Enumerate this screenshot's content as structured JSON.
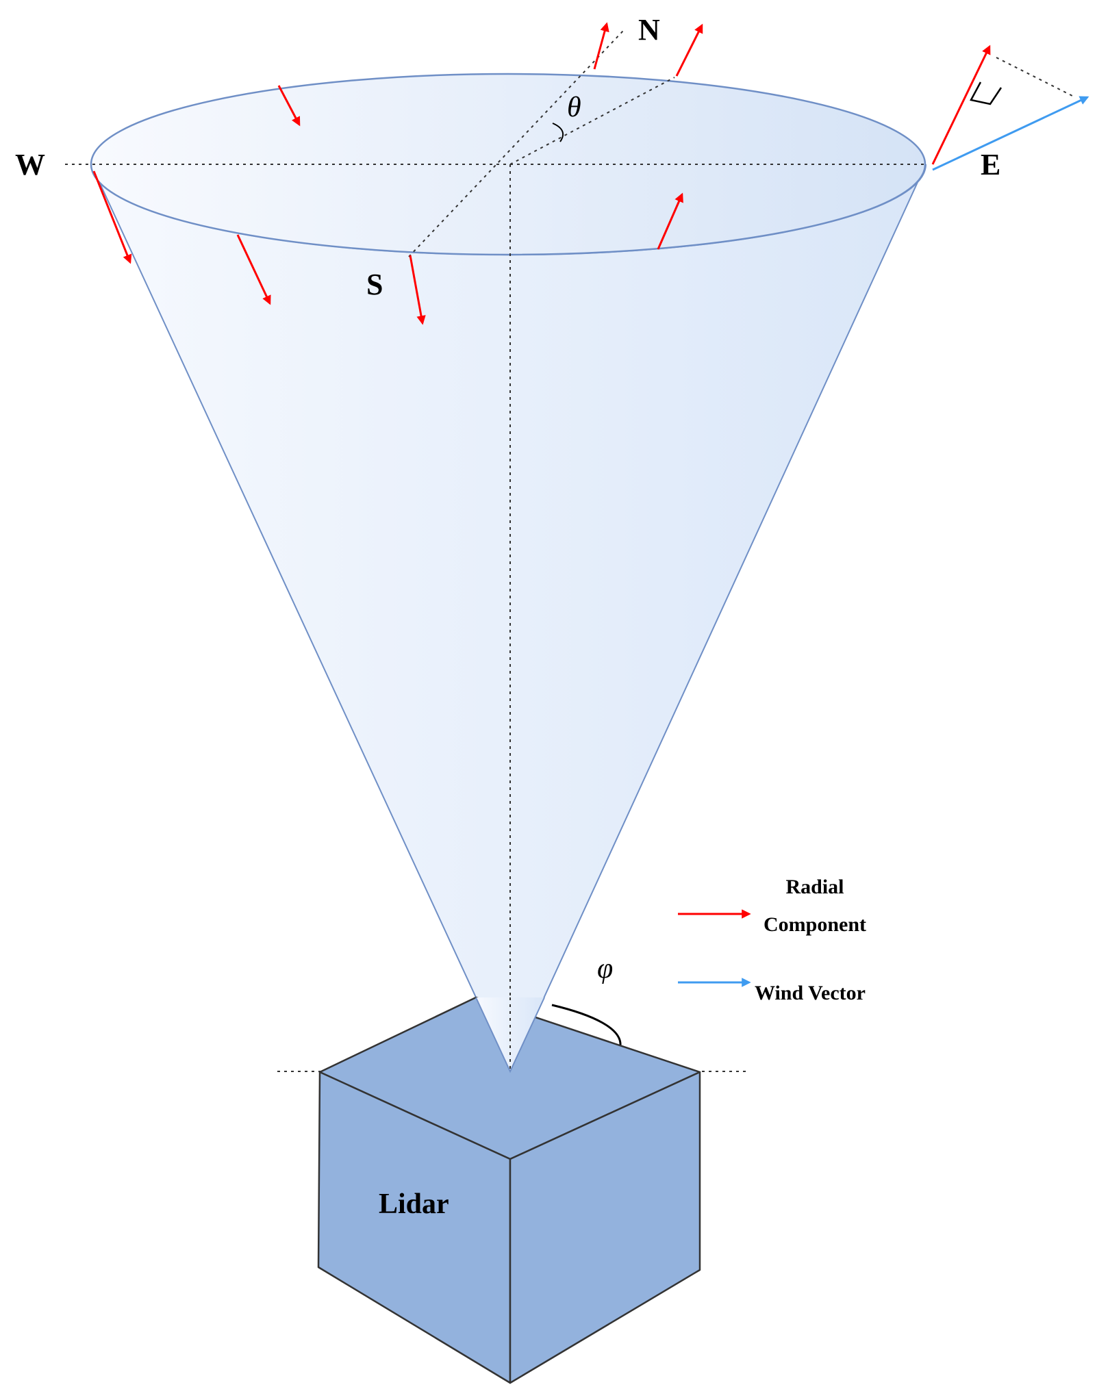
{
  "directions": {
    "north": "N",
    "south": "S",
    "east": "E",
    "west": "W"
  },
  "angles": {
    "azimuth": "θ",
    "elevation": "φ"
  },
  "device": {
    "label": "Lidar"
  },
  "legend": {
    "radial_line1": "Radial",
    "radial_line2": "Component",
    "wind": "Wind Vector"
  },
  "colors": {
    "radial_arrow": "#ff0000",
    "wind_arrow": "#3f9bf0",
    "cone_outline": "#6f8fc6",
    "box_fill": "#93b2dd",
    "box_stroke": "#333333"
  }
}
